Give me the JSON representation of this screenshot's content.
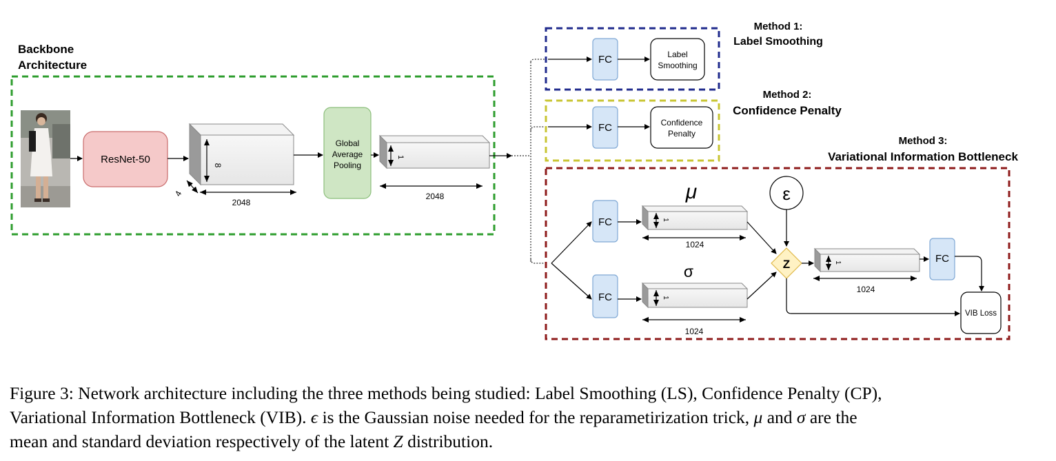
{
  "colors": {
    "backbone_border": "#2e9d2e",
    "method1_border": "#1f2a8c",
    "method2_border": "#c8c432",
    "method3_border": "#8e1a1a",
    "resnet_fill": "#f5c9c9",
    "resnet_stroke": "#c96b6b",
    "gap_fill": "#cfe6c4",
    "gap_stroke": "#8cbf7c",
    "fc_fill": "#d6e6f7",
    "fc_stroke": "#7fa8d4",
    "z_fill": "#fff2c4",
    "z_stroke": "#e0b94a"
  },
  "icons": {
    "person_image": "person-photo",
    "epsilon_node": "epsilon-circle",
    "z_node": "diamond"
  },
  "sections": {
    "backbone_title": [
      "Backbone",
      "Architecture"
    ],
    "method1_title": [
      "Method 1:",
      "Label Smoothing"
    ],
    "method2_title": [
      "Method 2:",
      "Confidence Penalty"
    ],
    "method3_title": [
      "Method 3:",
      "Variational Information Bottleneck"
    ]
  },
  "blocks": {
    "resnet": "ResNet-50",
    "gap": [
      "Global",
      "Average",
      "Pooling"
    ],
    "fc": "FC",
    "label_smoothing": [
      "Label",
      "Smoothing"
    ],
    "confidence_penalty": [
      "Confidence",
      "Penalty"
    ],
    "vib_loss": "VIB Loss",
    "z": "Z",
    "epsilon": "ε",
    "mu": "μ",
    "sigma": "σ"
  },
  "dims": {
    "feature_map_width": "2048",
    "feature_map_height": "8",
    "feature_map_depth": "4",
    "pooled_width": "2048",
    "pooled_height": "1",
    "mu_width": "1024",
    "sigma_width": "1024",
    "z_width": "1024",
    "unit_height": "1"
  },
  "caption": {
    "lead": "Figure 3: Network architecture including the three methods being studied: Label Smoothing (LS), Confidence Penalty (CP),",
    "line2_a": "Variational Information Bottleneck (VIB). ",
    "epsilon": "ϵ",
    "line2_b": " is the Gaussian noise needed for the reparametirization trick, ",
    "mu": "μ",
    "line2_c": " and ",
    "sigma": "σ",
    "line2_d": " are the",
    "line3_a": "mean and standard deviation respectively of the latent ",
    "z": "Z",
    "line3_b": " distribution."
  }
}
